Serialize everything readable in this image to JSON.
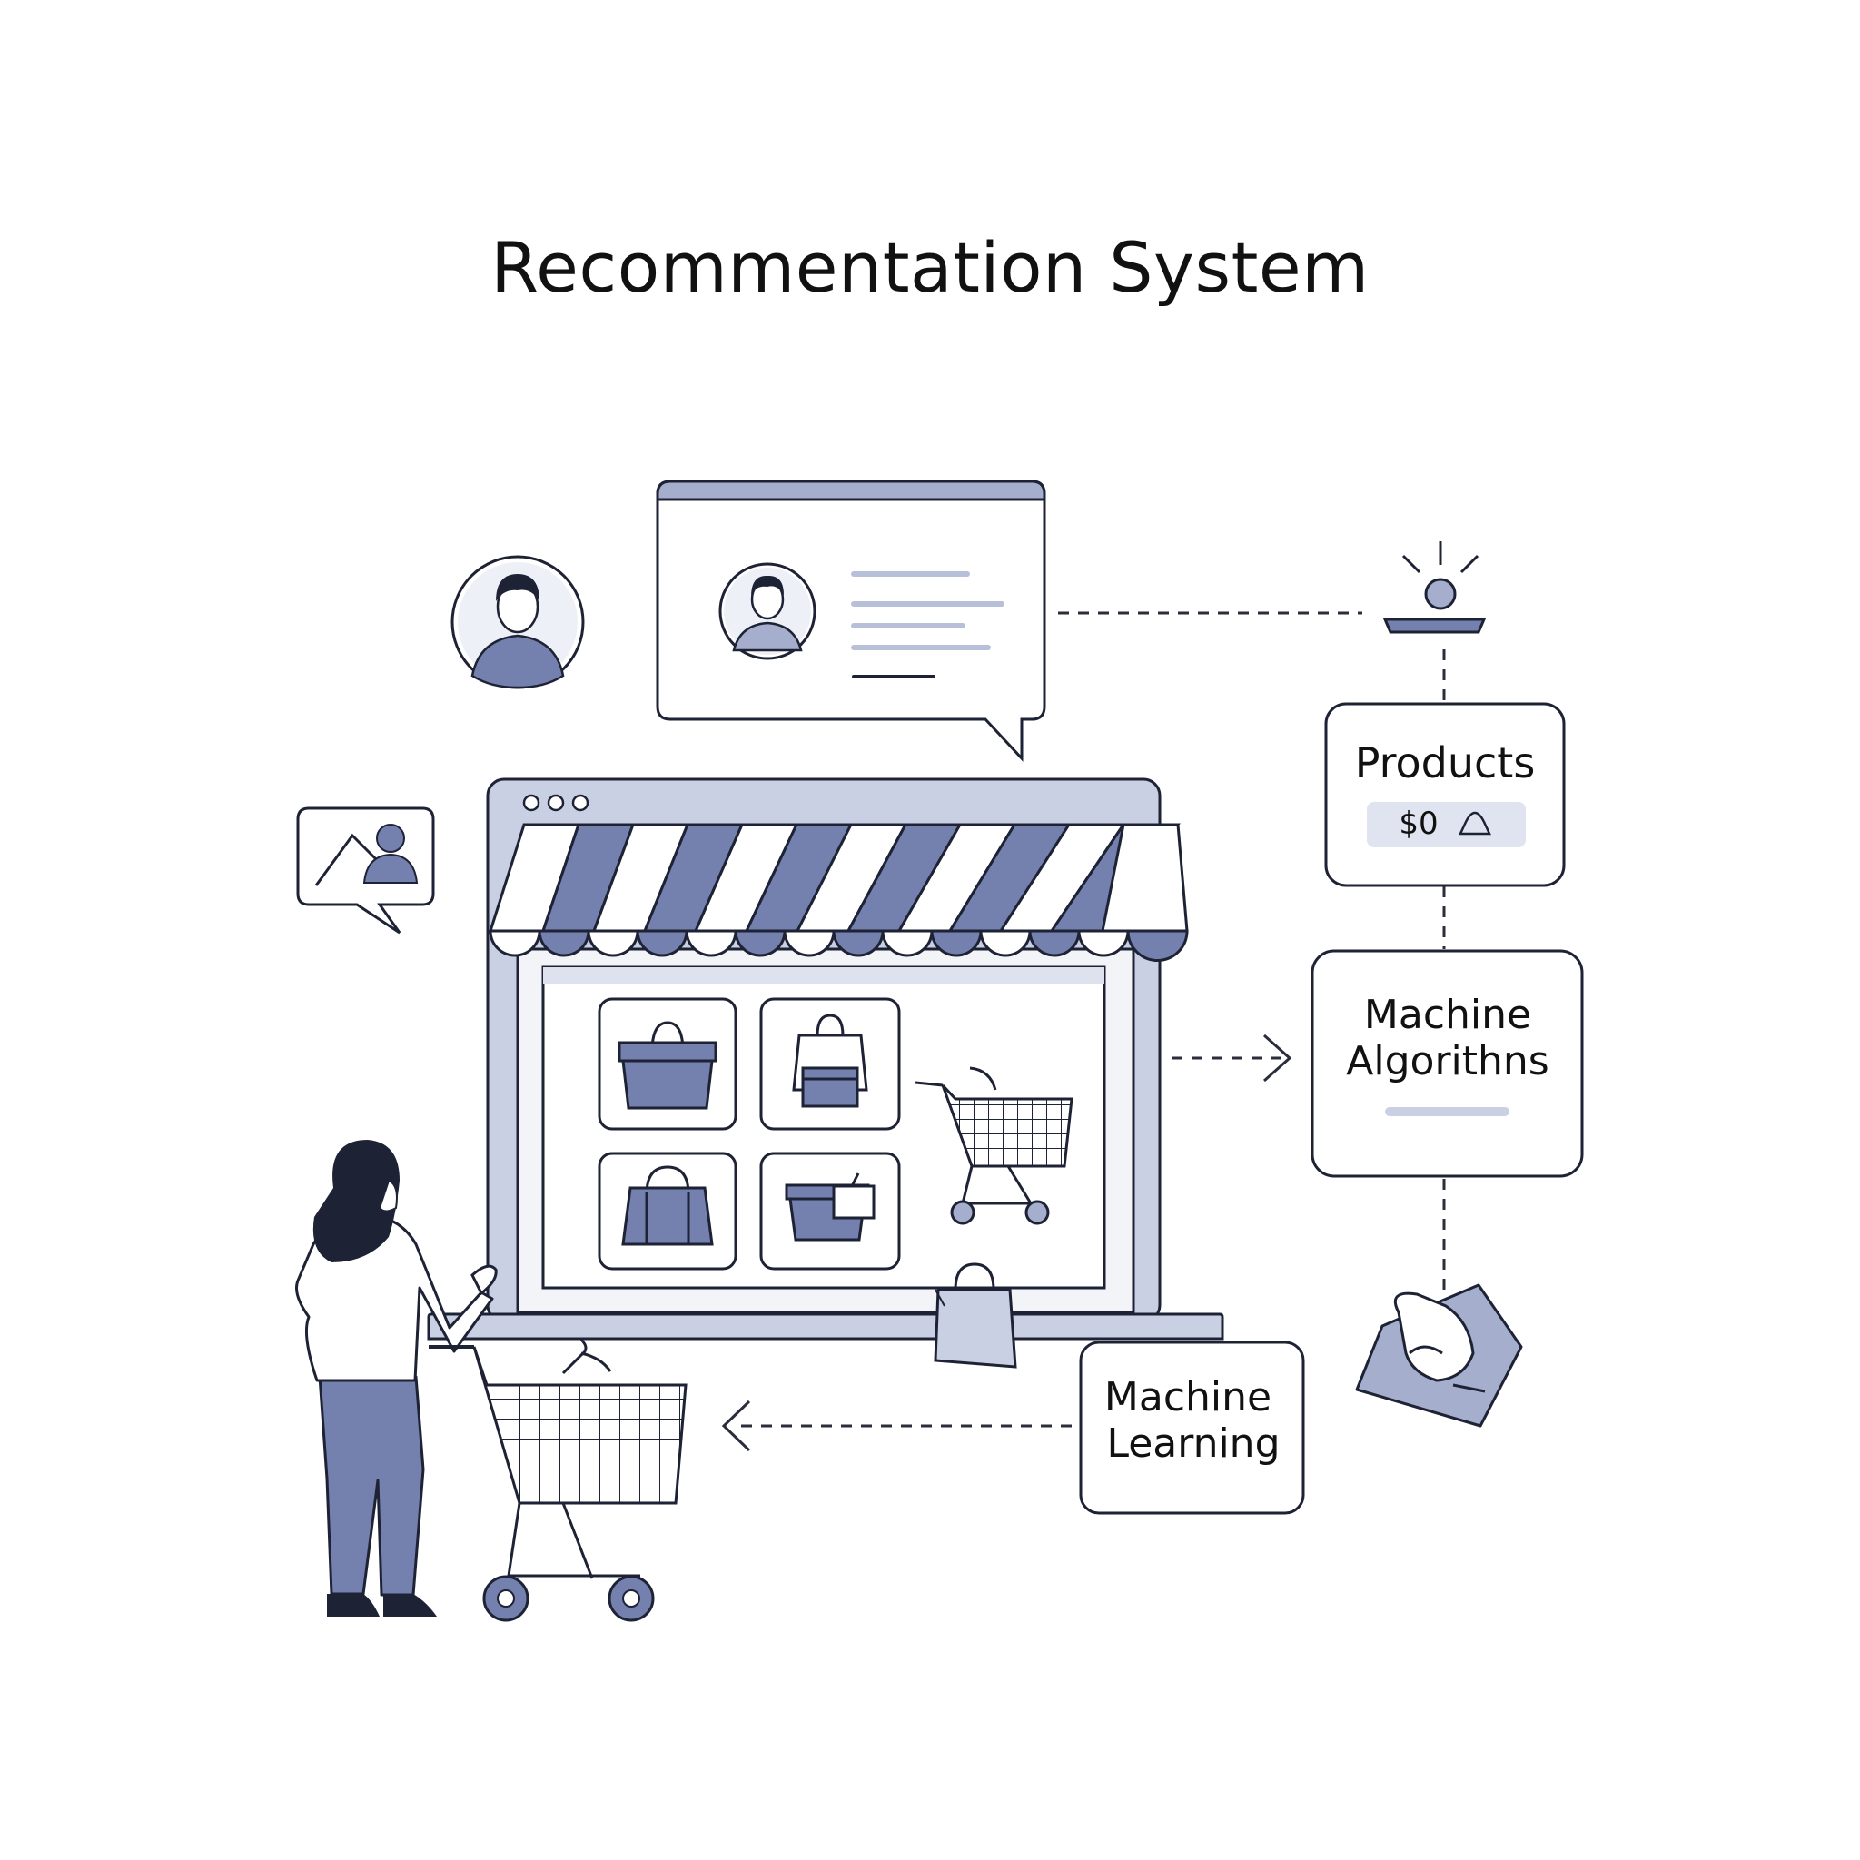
{
  "title": "Recommentation System",
  "nodes": {
    "products": {
      "label": "Products",
      "price": "$0"
    },
    "machine_algorithms": {
      "line1": "Machine",
      "line2": "Algorithns"
    },
    "machine_learning": {
      "line1": "Machine",
      "line2": "Learning"
    }
  },
  "colors": {
    "accent": "#7480AE",
    "accent_light": "#C9D0E3",
    "panel": "#F3F4F8",
    "stroke": "#1E2235",
    "dash": "#2A2D3A"
  },
  "icons": [
    "user-avatar-icon",
    "profile-card-icon",
    "chat-user-icon",
    "lightbulb-icon",
    "storefront-icon",
    "shopping-bag-icon",
    "shopping-cart-icon",
    "shopper-person-icon",
    "hand-card-icon"
  ]
}
